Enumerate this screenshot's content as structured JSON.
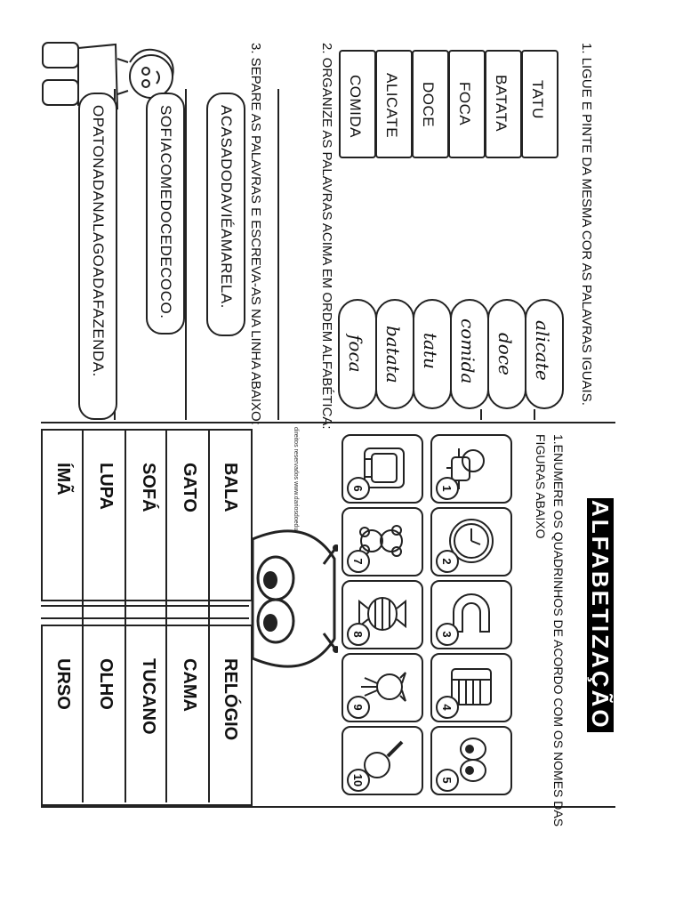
{
  "left_sheet": {
    "q1": "1.  LIGUE E PINTE DA MESMA COR AS PALAVRAS IGUAIS.",
    "print_words": [
      "TATU",
      "BATATA",
      "FOCA",
      "DOCE",
      "ALICATE",
      "COMIDA"
    ],
    "cursive_words": [
      "alicate",
      "doce",
      "comida",
      "tatu",
      "batata",
      "foca"
    ],
    "q2": "2.  ORGANIZE AS PALAVRAS ACIMA EM ORDEM ALFABÉTICA:",
    "q3": "3. SEPARE AS PALAVRAS E ESCREVA-AS NA LINHA ABAIXO:",
    "joined_sentences": [
      "ACASADODAVIÉAMARELA.",
      "SOFIACOMEDOCEDECOCO.",
      "OPATONADANALAGOADAFAZENDA."
    ],
    "copyright": "direitos reservados www.dariosdoeducador.com.br"
  },
  "right_sheet": {
    "title": "ALFABETIZAÇÃO",
    "instruction_line1": "1.ENUMERE  OS QUADRINHOS DE ACORDO COM OS NOMES DAS",
    "instruction_line2": "FIGURAS ABAIXO",
    "tiles": [
      {
        "number": "1",
        "icon": "robot-icon"
      },
      {
        "number": "2",
        "icon": "clock-icon"
      },
      {
        "number": "3",
        "icon": "magnet-icon"
      },
      {
        "number": "4",
        "icon": "bed-icon"
      },
      {
        "number": "5",
        "icon": "eyes-icon"
      },
      {
        "number": "6",
        "icon": "sofa-icon"
      },
      {
        "number": "7",
        "icon": "teddy-bear-icon"
      },
      {
        "number": "8",
        "icon": "candy-icon"
      },
      {
        "number": "9",
        "icon": "cat-icon"
      },
      {
        "number": "10",
        "icon": "magnifier-icon"
      }
    ],
    "words_left_column": [
      "BALA",
      "GATO",
      "SOFÁ",
      "LUPA",
      "ÍMÃ"
    ],
    "words_right_column": [
      "RELÓGIO",
      "CAMA",
      "TUCANO",
      "OLHO",
      "URSO"
    ]
  }
}
